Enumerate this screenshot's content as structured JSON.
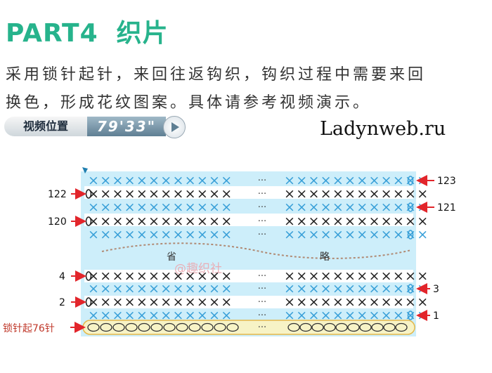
{
  "header": {
    "part_label": "PART4",
    "part_title": "织片"
  },
  "description": {
    "line1": "采用锁针起针，来回往返钩织，钩织过程中需要来回",
    "line2": "换色，形成花纹图案。具体请参考视频演示。"
  },
  "video": {
    "label": "视频位置",
    "time": "79'33\"",
    "play_icon": "play-icon"
  },
  "watermark": "Ladynweb.ru",
  "diagram": {
    "ellipsis": "···",
    "omitted_left": "省",
    "omitted_right": "略",
    "watermark": "@趣织社",
    "foundation_label": "锁针起76针",
    "row_labels": {
      "r123": "123",
      "r122": "122",
      "r121": "121",
      "r120": "120",
      "r4": "4",
      "r3": "3",
      "r2": "2",
      "r1": "1"
    },
    "colors": {
      "background": "#cdeefa",
      "white_band": "#ffffff",
      "blue_stitch": "#3aa0d8",
      "dark_stitch": "#222222",
      "arrow": "#e2252b",
      "foundation_fill": "#f7f3c6",
      "foundation_border": "#e5b84a"
    }
  }
}
